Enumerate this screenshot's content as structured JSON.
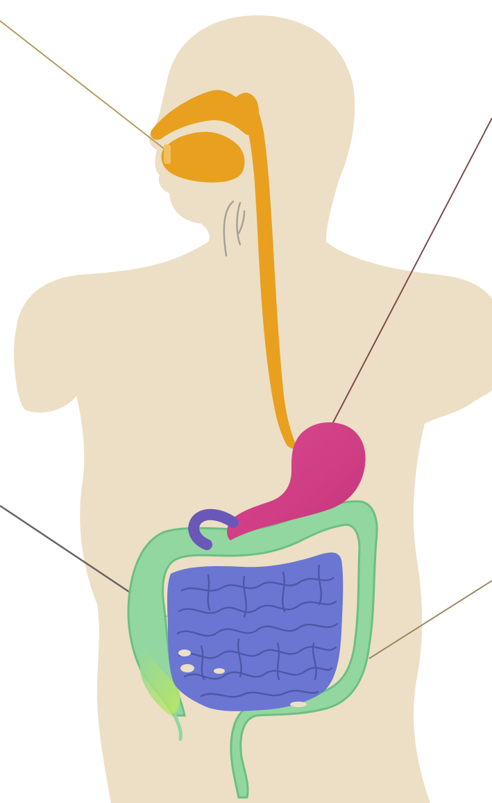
{
  "colors": {
    "background": "#ffffff",
    "body": "#ecdfc5",
    "mouth_esophagus": "#e8a01e",
    "mouth_highlight": "#f0c060",
    "stomach": "#cf3d84",
    "stomach_light": "#e05e98",
    "duodenum": "#6a58b8",
    "large_intestine": "#92d6a0",
    "large_intestine_dark": "#6cbf80",
    "small_intestine": "#6a76d2",
    "small_intestine_folds": "#4d57a8",
    "appendix_highlight": "#b8e84a",
    "trachea_outline": "#a7a09a",
    "leader_mouth": "#b39a5e",
    "leader_stomach": "#7a4c4c",
    "leader_small_intestine": "#6a6262",
    "leader_large_intestine": "#998a62"
  },
  "organs": [
    {
      "id": "mouth",
      "icon": "mouth-icon"
    },
    {
      "id": "esophagus",
      "icon": "esophagus-icon"
    },
    {
      "id": "stomach",
      "icon": "stomach-icon"
    },
    {
      "id": "small_intestine",
      "icon": "small-intestine-icon"
    },
    {
      "id": "large_intestine",
      "icon": "large-intestine-icon"
    }
  ]
}
